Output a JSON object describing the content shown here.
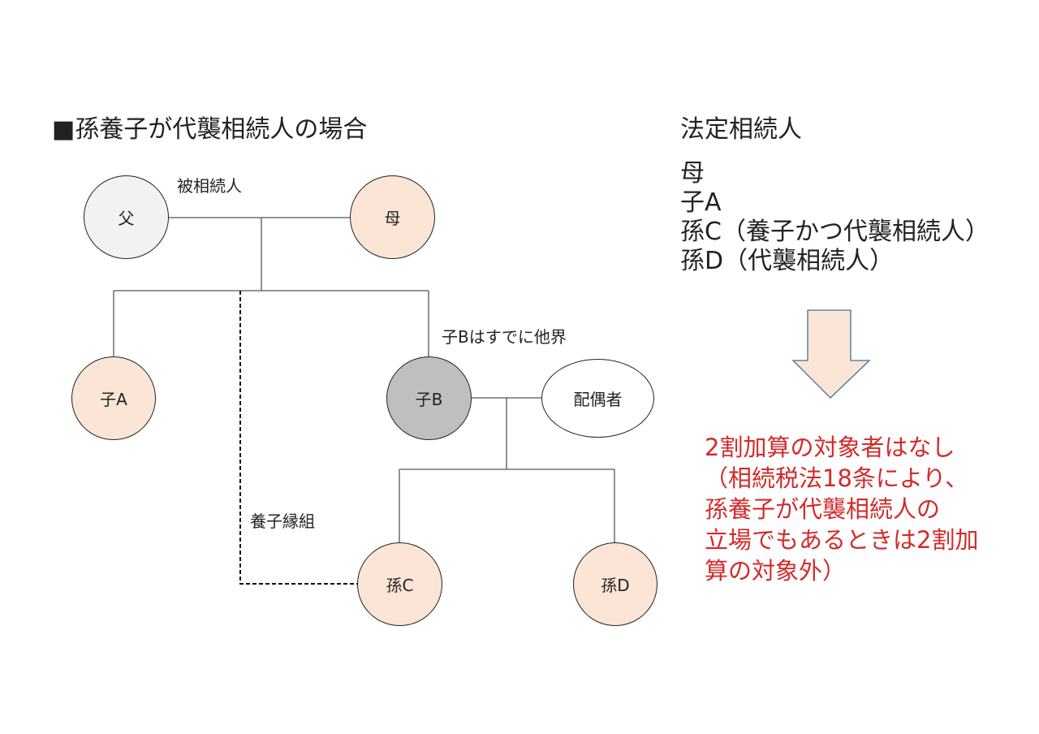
{
  "title": "■孫養子が代襲相続人の場合",
  "heirs": {
    "title": "法定相続人",
    "items": [
      "母",
      "子A",
      "孫C（養子かつ代襲相続人）",
      "孫D（代襲相続人）"
    ]
  },
  "labels": {
    "decedent": "被相続人",
    "child_b_deceased": "子Bはすでに他界",
    "adoption": "養子縁組"
  },
  "nodes": {
    "father": {
      "label": "父",
      "fill": "#f2f2f2"
    },
    "mother": {
      "label": "母",
      "fill": "#fbe5d6"
    },
    "child_a": {
      "label": "子A",
      "fill": "#fbe5d6"
    },
    "child_b": {
      "label": "子B",
      "fill": "#bfbfbf"
    },
    "spouse": {
      "label": "配偶者",
      "fill": "#ffffff"
    },
    "grandchild_c": {
      "label": "孫C",
      "fill": "#fbe5d6"
    },
    "grandchild_d": {
      "label": "孫D",
      "fill": "#fbe5d6"
    }
  },
  "arrow": {
    "direction": "down",
    "fill": "#fbe5d6",
    "stroke": "#41719c"
  },
  "note": {
    "color": "#d42a2a",
    "lines": [
      "2割加算の対象者はなし",
      "（相続税法18条により、",
      "孫養子が代襲相続人の",
      "立場でもあるときは2割加",
      "算の対象外）"
    ]
  }
}
